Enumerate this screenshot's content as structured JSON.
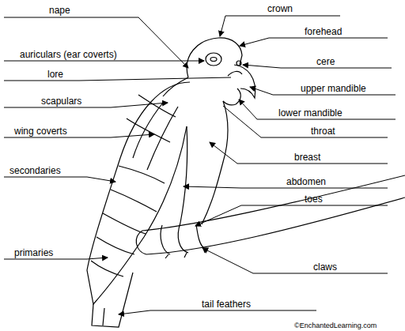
{
  "diagram": {
    "labels": [
      "nape",
      "crown",
      "forehead",
      "auriculars (ear coverts)",
      "cere",
      "lore",
      "upper mandible",
      "scapulars",
      "lower mandible",
      "throat",
      "wing coverts",
      "breast",
      "secondaries",
      "abdomen",
      "toes",
      "primaries",
      "claws",
      "tail feathers",
      "©EnchantedLearning.com"
    ]
  }
}
